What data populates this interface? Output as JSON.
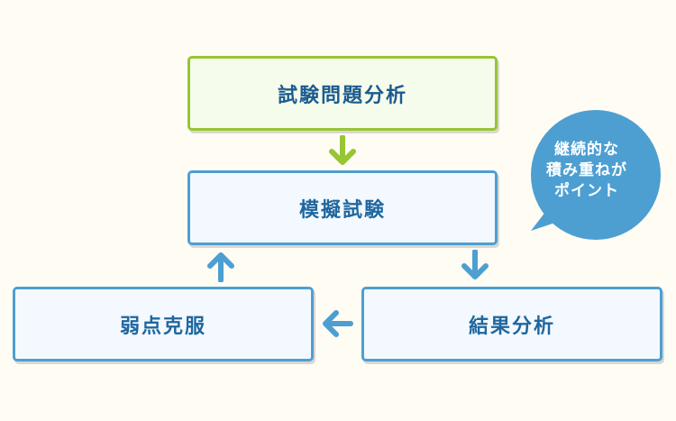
{
  "boxes": {
    "top": "試験問題分析",
    "middle": "模擬試験",
    "right": "結果分析",
    "left": "弱点克服"
  },
  "bubble": {
    "lines": [
      "継続的な",
      "積み重ねが",
      "ポイント"
    ]
  },
  "colors": {
    "background": "#fffcf4",
    "green_accent": "#97c533",
    "blue_accent": "#4d9fd2",
    "text_blue": "#1f679f",
    "bubble_fill": "#4d9fd2"
  }
}
